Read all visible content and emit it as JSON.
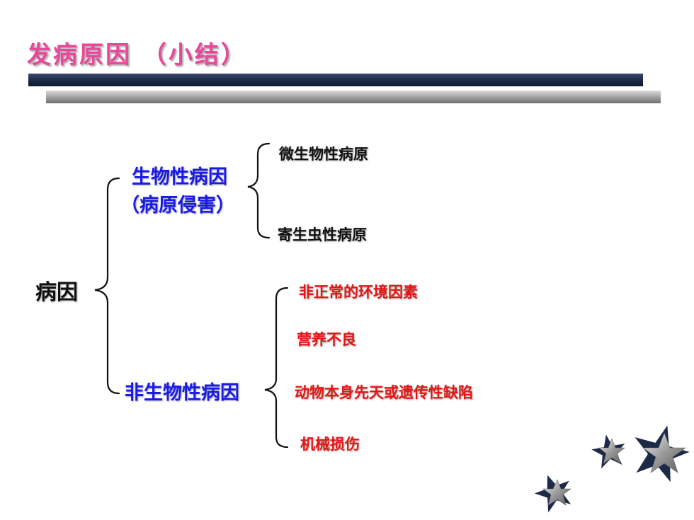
{
  "title": {
    "main": "发病原因",
    "sub": "（小结）"
  },
  "root": "病因",
  "biological": {
    "label": "生物性病因",
    "sublabel": "（病原侵害）",
    "items": [
      "微生物性病原",
      "寄生虫性病原"
    ]
  },
  "nonbiological": {
    "label": "非生物性病因",
    "items": [
      "非正常的环境因素",
      "营养不良",
      "动物本身先天或遗传性缺陷",
      "机械损伤"
    ]
  },
  "colors": {
    "title": "#e8479a",
    "blue_text": "#1a1ae6",
    "red_text": "#e61414",
    "dark_bar": "#1c2a48",
    "gray_bar": "#a9a9a9"
  }
}
